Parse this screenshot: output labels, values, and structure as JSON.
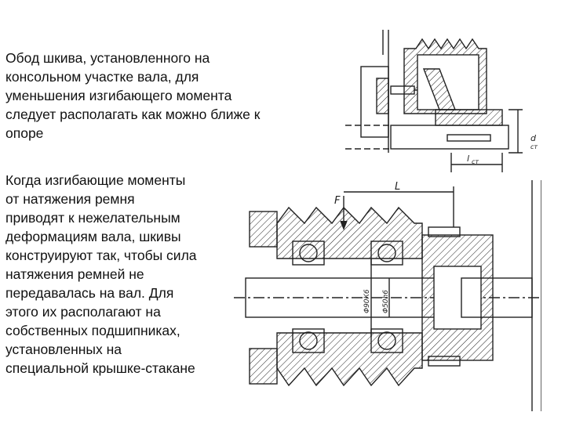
{
  "slide": {
    "paragraph_1": [
      "Обод шкива, установленного на",
      "консольном участке вала, для",
      "уменьшения изгибающего момента",
      "следует располагать как можно ближе к",
      "опоре"
    ],
    "paragraph_2": [
      "Когда изгибающие моменты",
      "от натяжения ремня",
      "приводят к нежелательным",
      "деформациям вала, шкивы",
      "конструируют так, чтобы сила",
      "натяжения ремней не",
      "передавалась на вал. Для",
      "этого их располагают на",
      "собственных подшипниках,",
      "установленных на",
      "специальной крышке-стакане"
    ]
  },
  "drawing_top": {
    "label_d": "d",
    "label_d_sub": "ст",
    "label_l": "l",
    "label_l_sub": "ст"
  },
  "drawing_bottom": {
    "label_F": "F",
    "label_L": "L",
    "dim_1": "Φ90К6",
    "dim_2": "Φ50h6"
  }
}
